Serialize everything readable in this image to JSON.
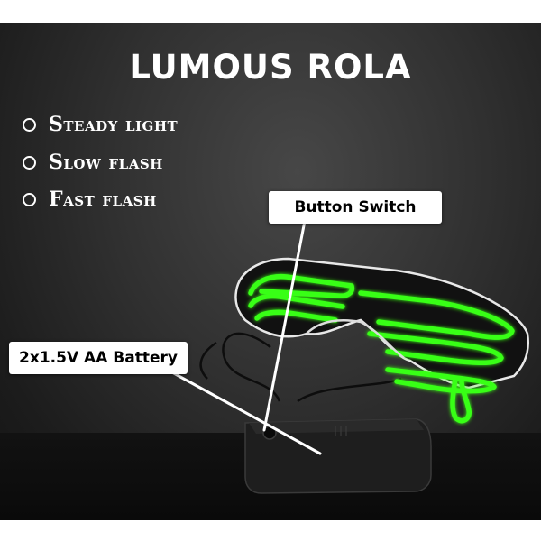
{
  "title": "LUMOUS ROLA",
  "modes": [
    {
      "label": "Steady light"
    },
    {
      "label": "Slow flash"
    },
    {
      "label": "Fast flash"
    }
  ],
  "callouts": {
    "button_switch": "Button Switch",
    "battery": "2x1.5V AA Battery"
  },
  "icons": {
    "mode_bullet": "hollow-circle-icon",
    "product": "led-shutter-glasses-icon",
    "battery_pack": "battery-pack-icon"
  },
  "colors": {
    "background": "#2b2b2b",
    "text": "#ffffff",
    "glow": "#39ff14",
    "label_bg": "#ffffff",
    "label_text": "#000000"
  }
}
